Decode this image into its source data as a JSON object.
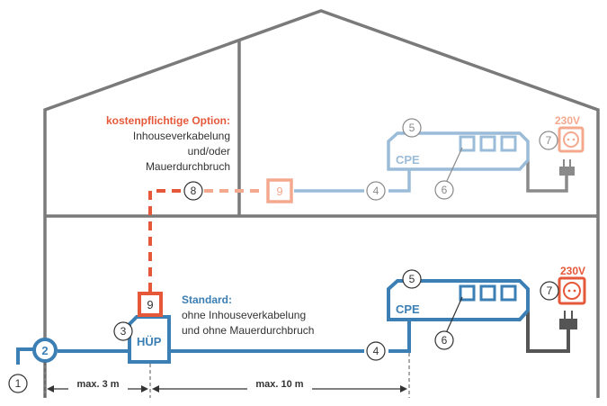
{
  "option": {
    "title": "kostenpflichtige Option:",
    "line1": "Inhouseverkabelung",
    "line2": "und/oder",
    "line3": "Mauerdurchbruch"
  },
  "standard": {
    "title": "Standard:",
    "line1": "ohne Inhouseverkabelung",
    "line2": "und ohne Mauerdurchbruch"
  },
  "devices": {
    "cpe": "CPE",
    "hup": "HÜP",
    "voltage": "230V"
  },
  "numbers": {
    "n1": "1",
    "n2": "2",
    "n3": "3",
    "n4": "4",
    "n5": "5",
    "n6": "6",
    "n7": "7",
    "n8": "8",
    "n9": "9"
  },
  "dimensions": {
    "d1": "max. 3 m",
    "d2": "max. 10 m"
  },
  "colors": {
    "house": "#7a7a7a",
    "blue": "#3b7fb4",
    "light_blue": "#9bbcd8",
    "orange": "#e5593a",
    "light_orange": "#f4a98f",
    "dark_cable": "#555555",
    "gray_cable": "#8a8a8a"
  }
}
